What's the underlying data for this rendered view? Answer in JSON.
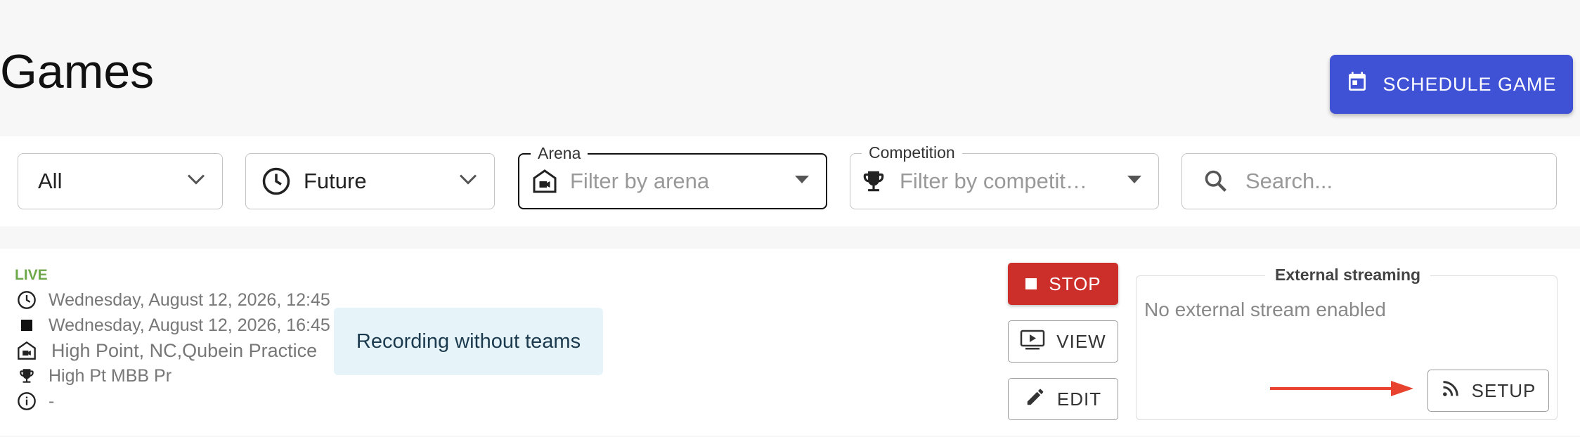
{
  "header": {
    "title": "Games",
    "schedule_button_label": "SCHEDULE GAME"
  },
  "filters": {
    "type": {
      "value": "All"
    },
    "time": {
      "value": "Future",
      "icon": "clock-icon"
    },
    "arena": {
      "legend": "Arena",
      "placeholder": "Filter by arena",
      "icon": "arena-icon"
    },
    "competition": {
      "legend": "Competition",
      "placeholder": "Filter by competit…",
      "icon": "trophy-icon"
    },
    "search": {
      "placeholder": "Search...",
      "icon": "search-icon"
    }
  },
  "game": {
    "status": "LIVE",
    "start": "Wednesday, August 12, 2026, 12:45",
    "end": "Wednesday, August 12, 2026, 16:45",
    "arena": "High Point, NC,Qubein Practice",
    "competition": "High Pt MBB Pr",
    "info": "-",
    "badge": "Recording without teams",
    "actions": {
      "stop": "STOP",
      "view": "VIEW",
      "edit": "EDIT"
    },
    "external_streaming": {
      "title": "External streaming",
      "status": "No external stream enabled",
      "setup_label": "SETUP"
    }
  },
  "colors": {
    "primary": "#3f51d4",
    "live": "#6fa84b",
    "stop": "#cc2f2a",
    "annotation_arrow": "#e8432e"
  }
}
